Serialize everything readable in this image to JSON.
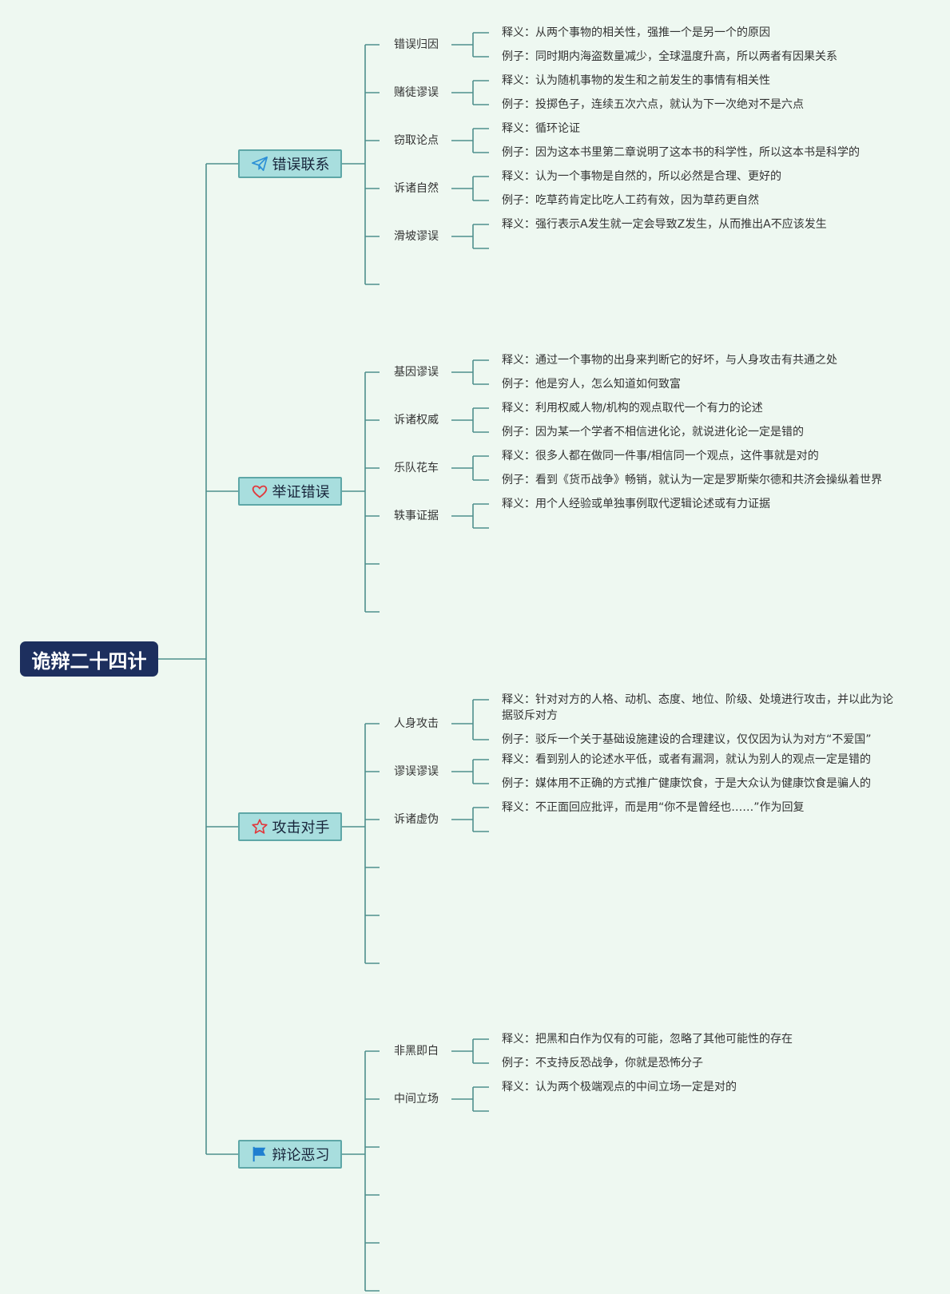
{
  "root": {
    "title": "诡辩二十四计"
  },
  "colors": {
    "line": "#4f8f8d",
    "root_bg": "#1d2f5e",
    "branch_bg": "#a8dede",
    "branch_border": "#5ea7a7",
    "background": "#eef8f1"
  },
  "branches": [
    {
      "label": "错误联系",
      "icon": "paper-plane-icon",
      "items": [
        {
          "label": "错误归因",
          "notes": [
            "释义：从两个事物的相关性，强推一个是另一个的原因",
            "例子：同时期内海盗数量减少，全球温度升高，所以两者有因果关系"
          ]
        },
        {
          "label": "赌徒谬误",
          "notes": [
            "释义：认为随机事物的发生和之前发生的事情有相关性",
            "例子：投掷色子，连续五次六点，就认为下一次绝对不是六点"
          ]
        },
        {
          "label": "窃取论点",
          "notes": [
            "释义：循环论证",
            "例子：因为这本书里第二章说明了这本书的科学性，所以这本书是科学的"
          ]
        },
        {
          "label": "诉诸自然",
          "notes": [
            "释义：认为一个事物是自然的，所以必然是合理、更好的",
            "例子：吃草药肯定比吃人工药有效，因为草药更自然"
          ]
        },
        {
          "label": "滑坡谬误",
          "notes": [
            "释义：强行表示A发生就一定会导致Z发生，从而推出A不应该发生",
            ""
          ]
        },
        {
          "label": "",
          "notes": []
        }
      ]
    },
    {
      "label": "举证错误",
      "icon": "heart-icon",
      "items": [
        {
          "label": "基因谬误",
          "notes": [
            "释义：通过一个事物的出身来判断它的好坏，与人身攻击有共通之处",
            "例子：他是穷人，怎么知道如何致富"
          ]
        },
        {
          "label": "诉诸权威",
          "notes": [
            "释义：利用权威人物/机构的观点取代一个有力的论述",
            "例子：因为某一个学者不相信进化论，就说进化论一定是错的"
          ]
        },
        {
          "label": "乐队花车",
          "notes": [
            "释义：很多人都在做同一件事/相信同一个观点，这件事就是对的",
            "例子：看到《货币战争》畅销，就认为一定是罗斯柴尔德和共济会操纵着世界"
          ]
        },
        {
          "label": "轶事证据",
          "notes": [
            "释义：用个人经验或单独事例取代逻辑论述或有力证据",
            ""
          ]
        },
        {
          "label": "",
          "notes": []
        },
        {
          "label": "",
          "notes": []
        }
      ]
    },
    {
      "label": "攻击对手",
      "icon": "star-icon",
      "items": [
        {
          "label": "人身攻击",
          "notes": [
            "释义：针对对方的人格、动机、态度、地位、阶级、处境进行攻击，并以此为论据驳斥对方",
            "例子：驳斥一个关于基础设施建设的合理建议，仅仅因为认为对方“不爱国”"
          ]
        },
        {
          "label": "谬误谬误",
          "notes": [
            "释义：看到别人的论述水平低，或者有漏洞，就认为别人的观点一定是错的",
            "例子：媒体用不正确的方式推广健康饮食，于是大众认为健康饮食是骗人的"
          ]
        },
        {
          "label": "诉诸虚伪",
          "notes": [
            "释义：不正面回应批评，而是用“你不是曾经也……”作为回复",
            ""
          ]
        },
        {
          "label": "",
          "notes": []
        },
        {
          "label": "",
          "notes": []
        },
        {
          "label": "",
          "notes": []
        }
      ]
    },
    {
      "label": "辩论恶习",
      "icon": "flag-icon",
      "items": [
        {
          "label": "非黑即白",
          "notes": [
            "释义：把黑和白作为仅有的可能，忽略了其他可能性的存在",
            "例子：不支持反恐战争，你就是恐怖分子"
          ]
        },
        {
          "label": "中间立场",
          "notes": [
            "释义：认为两个极端观点的中间立场一定是对的",
            ""
          ]
        },
        {
          "label": "",
          "notes": []
        },
        {
          "label": "",
          "notes": []
        },
        {
          "label": "",
          "notes": []
        },
        {
          "label": "",
          "notes": []
        }
      ]
    }
  ]
}
